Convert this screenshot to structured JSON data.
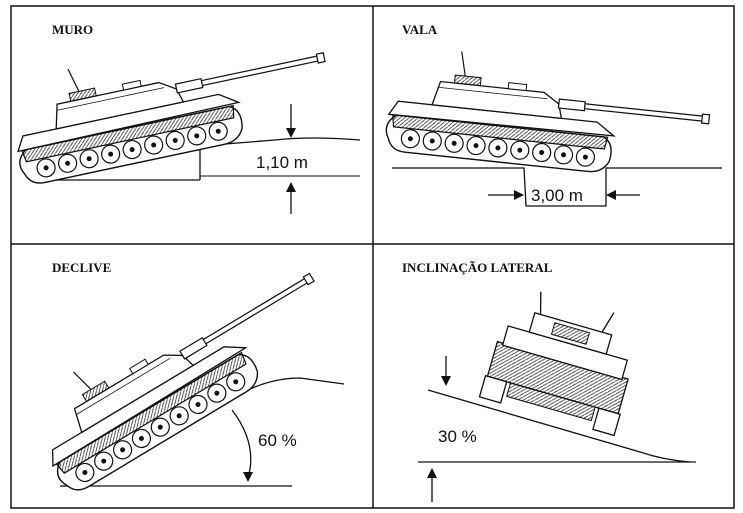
{
  "panels": [
    {
      "title": "MURO",
      "measure": "1,10 m"
    },
    {
      "title": "VALA",
      "measure": "3,00 m"
    },
    {
      "title": "DECLIVE",
      "measure": "60 %"
    },
    {
      "title": "INCLINAÇÃO LATERAL",
      "measure": "30 %"
    }
  ]
}
